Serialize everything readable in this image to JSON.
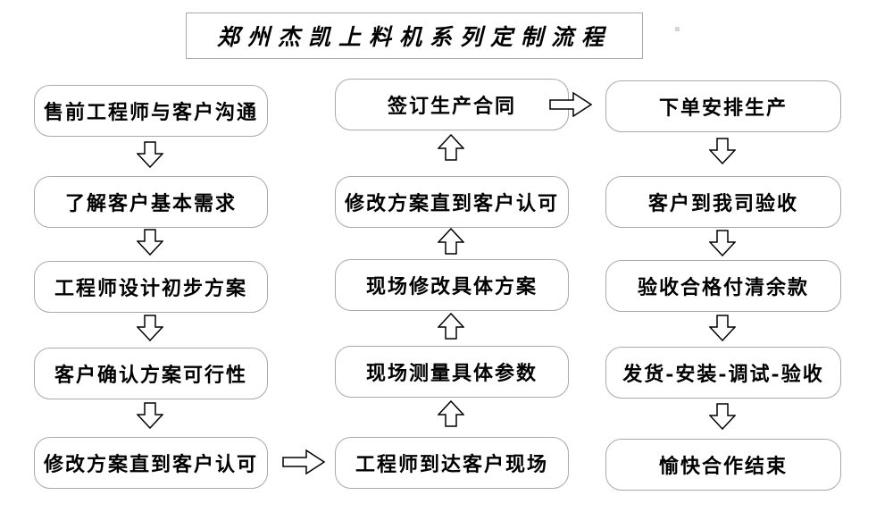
{
  "diagram": {
    "title": "郑州杰凯上料机系列定制流程",
    "left_column": {
      "steps": [
        "售前工程师与客户沟通",
        "了解客户基本需求",
        "工程师设计初步方案",
        "客户确认方案可行性",
        "修改方案直到客户认可"
      ]
    },
    "middle_column": {
      "steps": [
        "签订生产合同",
        "修改方案直到客户认可",
        "现场修改具体方案",
        "现场测量具体参数",
        "工程师到达客户现场"
      ]
    },
    "right_column": {
      "steps": [
        "下单安排生产",
        "客户到我司验收",
        "验收合格付清余款",
        "发货-安装-调试-验收",
        "愉快合作结束"
      ]
    },
    "icons": {
      "down_arrow": "hollow-block-arrow-down",
      "up_arrow": "hollow-block-arrow-up",
      "right_arrow": "hollow-block-arrow-right"
    },
    "colors": {
      "background": "#ffffff",
      "box_border": "#a9a9a9",
      "box_fill": "#ffffff",
      "text": "#000000",
      "arrow_outline": "#000000"
    }
  }
}
